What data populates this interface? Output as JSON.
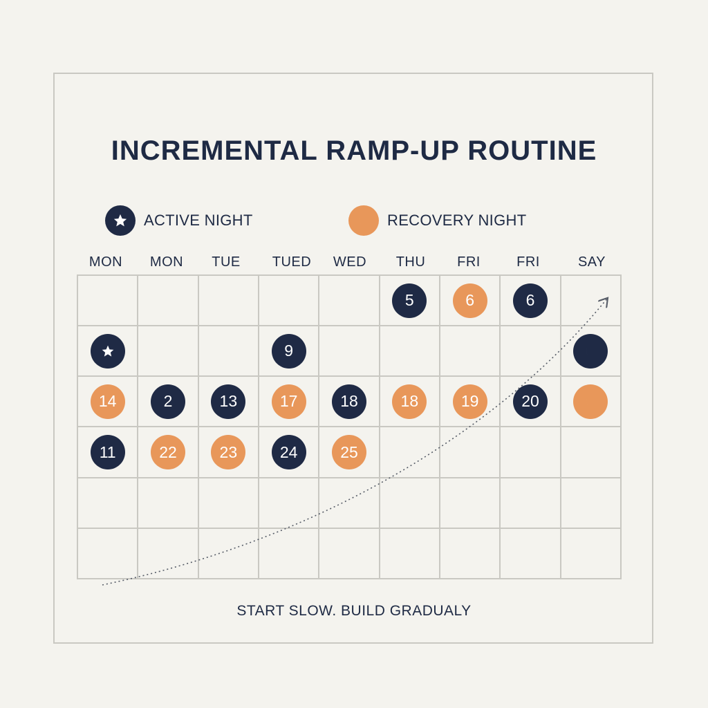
{
  "title": "INCREMENTAL RAMP-UP ROUTINE",
  "legend": {
    "active": {
      "label": "ACTIVE NIGHT",
      "icon": "star-icon",
      "color": "#1f2a45"
    },
    "recovery": {
      "label": "RECOVERY NIGHT",
      "icon": "moon-icon",
      "color": "#e8975a"
    }
  },
  "days": [
    "MON",
    "MON",
    "TUE",
    "TUED",
    "WED",
    "THU",
    "FRI",
    "FRI",
    "SAY"
  ],
  "rows": [
    [
      null,
      null,
      null,
      null,
      null,
      {
        "text": "5",
        "type": "active"
      },
      {
        "text": "6",
        "type": "recovery"
      },
      {
        "text": "6",
        "type": "active"
      },
      null
    ],
    [
      {
        "icon": "star-icon",
        "type": "active"
      },
      null,
      null,
      {
        "text": "9",
        "type": "active"
      },
      null,
      null,
      null,
      null,
      {
        "icon": "moon-icon",
        "type": "active"
      }
    ],
    [
      {
        "text": "14",
        "type": "recovery"
      },
      {
        "text": "2",
        "type": "active"
      },
      {
        "text": "13",
        "type": "active"
      },
      {
        "text": "17",
        "type": "recovery"
      },
      {
        "text": "18",
        "type": "active"
      },
      {
        "text": "18",
        "type": "recovery"
      },
      {
        "text": "19",
        "type": "recovery"
      },
      {
        "text": "20",
        "type": "active"
      },
      {
        "icon": "moon-icon",
        "type": "recovery"
      }
    ],
    [
      {
        "text": "11",
        "type": "active"
      },
      {
        "text": "22",
        "type": "recovery"
      },
      {
        "text": "23",
        "type": "recovery"
      },
      {
        "text": "24",
        "type": "active"
      },
      {
        "text": "25",
        "type": "recovery"
      },
      null,
      null,
      null,
      null
    ],
    [
      null,
      null,
      null,
      null,
      null,
      null,
      null,
      null,
      null
    ],
    [
      null,
      null,
      null,
      null,
      null,
      null,
      null,
      null,
      null
    ]
  ],
  "footer": "START SLOW. BUILD GRADUALY"
}
